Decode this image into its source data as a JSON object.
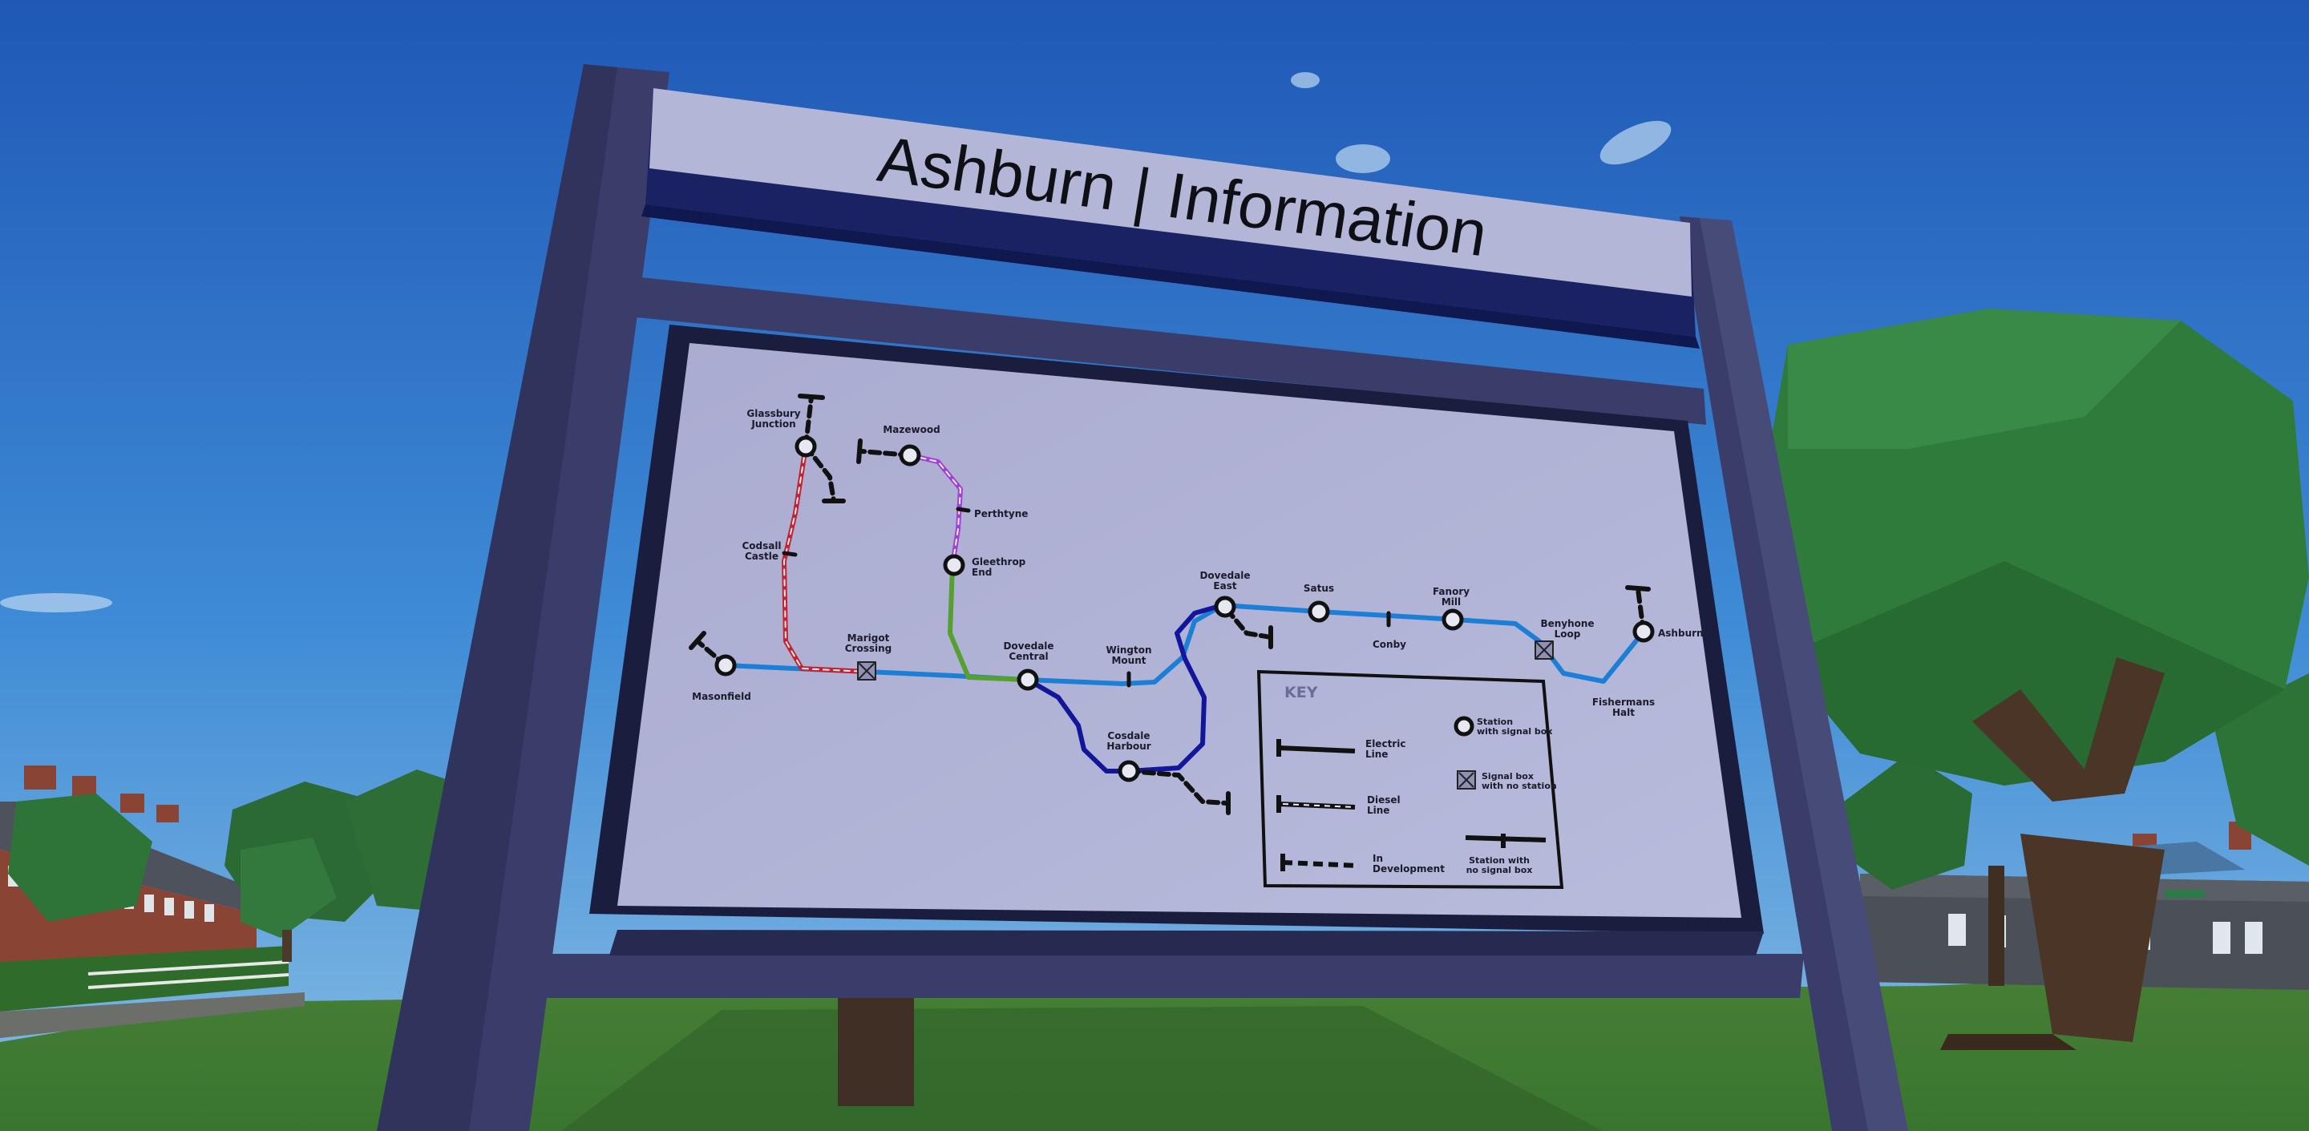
{
  "sign": {
    "title": "Ashburn | Information"
  },
  "stations": {
    "glassbury_junction": [
      "Glassbury",
      "Junction"
    ],
    "mazewood": "Mazewood",
    "perthtyne": "Perthtyne",
    "codsall_castle": [
      "Codsall",
      "Castle"
    ],
    "gleethrop_end": [
      "Gleethrop",
      "End"
    ],
    "marigot_crossing": [
      "Marigot",
      "Crossing"
    ],
    "masonfield": "Masonfield",
    "dovedale_central": [
      "Dovedale",
      "Central"
    ],
    "wington_mount": [
      "Wington",
      "Mount"
    ],
    "dovedale_east": [
      "Dovedale",
      "East"
    ],
    "satus": "Satus",
    "fanory_mill": [
      "Fanory",
      "Mill"
    ],
    "conby": "Conby",
    "benyhone_loop": [
      "Benyhone",
      "Loop"
    ],
    "ashburn": "Ashburn",
    "fishermans_halt": [
      "Fishermans",
      "Halt"
    ],
    "cosdale_harbour": [
      "Cosdale",
      "Harbour"
    ]
  },
  "key": {
    "title": "KEY",
    "electric_line": [
      "Electric",
      "Line"
    ],
    "diesel_line": [
      "Diesel",
      "Line"
    ],
    "in_development": [
      "In",
      "Development"
    ],
    "station_signal_box": [
      "Station",
      "with signal box"
    ],
    "signal_box_no_station": [
      "Signal box",
      "with no station"
    ],
    "station_no_signal_box": [
      "Station with",
      "no signal box"
    ]
  },
  "colors": {
    "sky_top": "#2463bd",
    "sky_bottom": "#7fb5e2",
    "frame": "#3a3d6a",
    "header_band": "#b4b6d8",
    "header_dark": "#1a2263",
    "board": "#a6a8cb",
    "grass": "#3f7f33",
    "line_main": "#1d7ed6",
    "line_dovedale": "#12169a",
    "line_glassbury": "#c8202e",
    "line_gleethrop": "#55a02e",
    "line_mazewood": "#a23fd6",
    "tree": "#2f7a3a"
  }
}
